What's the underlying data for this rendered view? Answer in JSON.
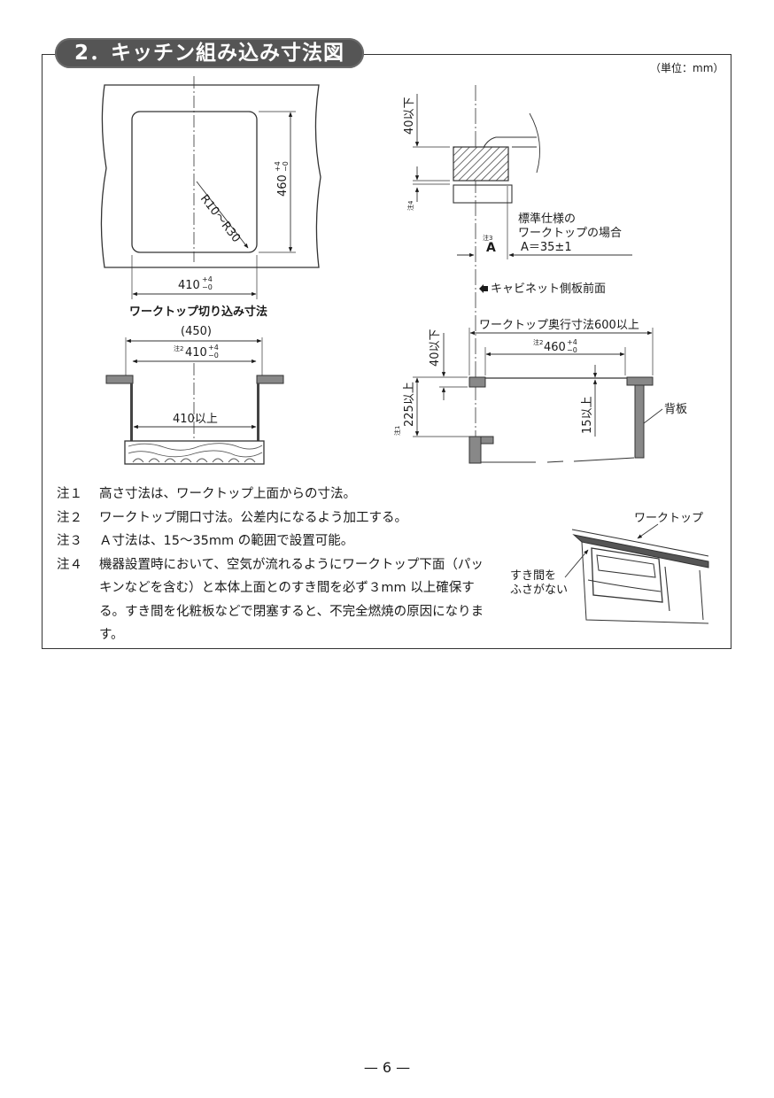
{
  "section_title": "2．キッチン組み込み寸法図",
  "unit_note": "（単位：mm）",
  "top_view": {
    "radius_label": "R10～R30",
    "depth_dim": "460",
    "depth_tol_plus": "+4",
    "depth_tol_minus": "−0",
    "width_dim": "410",
    "width_tol_plus": "+4",
    "width_tol_minus": "−0",
    "caption": "ワークトップ切り込み寸法"
  },
  "front_view": {
    "outer_dim": "(450)",
    "note_mark": "注2",
    "opening_dim": "410",
    "tol_plus": "+4",
    "tol_minus": "−0",
    "inner_dim": "410以上"
  },
  "side_view": {
    "top_clearance": "40以下",
    "note4_mark": "注4",
    "note3_mark": "注3",
    "a_label": "A",
    "standard_title": "標準仕様の",
    "standard_line2": "ワークトップの場合",
    "standard_value": "A＝35±1",
    "cabinet_front": "キャビネット側板前面",
    "worktop_depth": "ワークトップ奥行寸法600以上",
    "note2_mark": "注2",
    "opening_depth": "460",
    "depth_tol_plus": "+4",
    "depth_tol_minus": "−0",
    "clearance_40": "40以下",
    "note1_mark": "注1",
    "height_225": "225以上",
    "height_15": "15以上",
    "back_panel": "背板"
  },
  "inset": {
    "worktop_label": "ワークトップ",
    "gap_label_1": "すき間を",
    "gap_label_2": "ふさがない"
  },
  "notes": [
    {
      "label": "注１",
      "text": "高さ寸法は、ワークトップ上面からの寸法。"
    },
    {
      "label": "注２",
      "text": "ワークトップ開口寸法。公差内になるよう加工する。"
    },
    {
      "label": "注３",
      "text": "Ａ寸法は、15～35mm の範囲で設置可能。"
    },
    {
      "label": "注４",
      "text": "機器設置時において、空気が流れるようにワークトップ下面（パッキンなどを含む）と本体上面とのすき間を必ず３mm 以上確保する。すき間を化粧板などで閉塞すると、不完全燃焼の原因になります。"
    }
  ],
  "page_number": "— 6 —"
}
